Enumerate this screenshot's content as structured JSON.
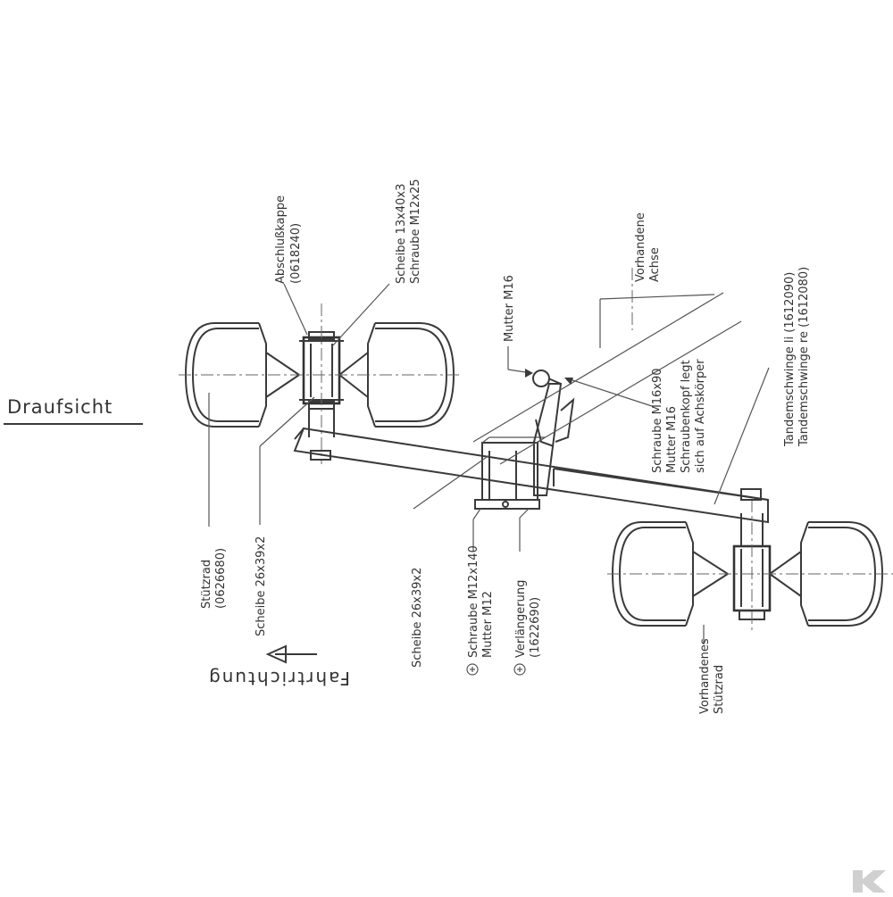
{
  "title": "Draufsicht",
  "direction": "Fahrtrichtung",
  "labels": {
    "cap_name": "Abschlußkappe",
    "cap_part": "(0618240)",
    "washer_top_1": "Scheibe 13x40x3",
    "washer_top_2": "Schraube M12x25",
    "nut_m16": "Mutter M16",
    "axle_1": "Vorhandene",
    "axle_2": "Achse",
    "tandem_1": "Tandemschwinge li (1612090)",
    "tandem_2": "Tandemschwinge re (1612080)",
    "bolt_1": "Schraube M16x90",
    "bolt_2": "Mutter M16",
    "bolt_3": "Schraubenkopf legt",
    "bolt_4": "sich auf Achskörper",
    "wheel_name": "Stützrad",
    "wheel_part": "(0626680)",
    "washer_left": "Scheibe 26x39x2",
    "washer_mid": "Scheibe 26x39x2",
    "screw_1": "Schraube M12x140",
    "screw_2": "Mutter M12",
    "ext_1": "Verlängerung",
    "ext_2": "(1622690)",
    "existing_wheel_1": "Vorhandenes",
    "existing_wheel_2": "Stützrad"
  },
  "colors": {
    "line": "#3a3a3a",
    "text": "#333333",
    "logo": "#d0d0d0"
  },
  "icons": {
    "direction_arrow": "arrow-left-icon",
    "logo": "brand-logo-icon"
  }
}
